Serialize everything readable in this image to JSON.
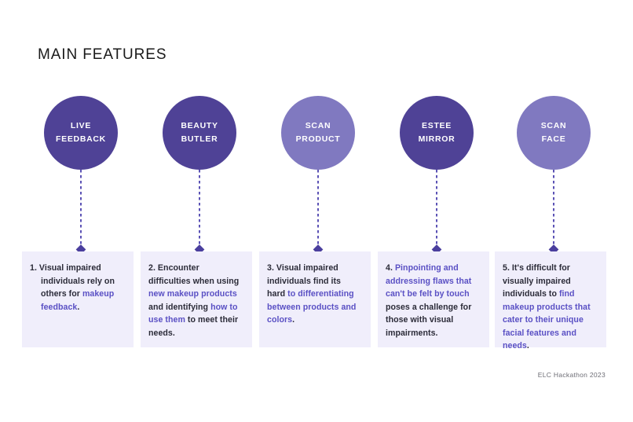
{
  "header": {
    "title": "MAIN FEATURES"
  },
  "theme": {
    "background": "#ffffff",
    "circle_dark": "#4f4296",
    "circle_light": "#8079c0",
    "card_background": "#f0eefb",
    "text_dark": "#2b2b38",
    "text_highlight": "#5a50c4",
    "connector": "#5b52b5",
    "diamond": "#4b3f9e",
    "footer_text": "#6d6d75"
  },
  "features": [
    {
      "id": "live-feedback",
      "circle_color": "#4f4296",
      "label_lines": [
        "LIVE",
        "FEEDBACK"
      ],
      "card": {
        "number": "1.",
        "hanging_indent": true,
        "segments": [
          {
            "text": "1. Visual impaired individuals rely on others for ",
            "highlight": false
          },
          {
            "text": "makeup feedback",
            "highlight": true
          },
          {
            "text": ".",
            "highlight": false
          }
        ]
      }
    },
    {
      "id": "beauty-butler",
      "circle_color": "#4f4296",
      "label_lines": [
        "BEAUTY",
        "BUTLER"
      ],
      "card": {
        "number": "2.",
        "hanging_indent": false,
        "segments": [
          {
            "text": "2. Encounter difficulties when using ",
            "highlight": false
          },
          {
            "text": "new makeup products",
            "highlight": true
          },
          {
            "text": " and identifying ",
            "highlight": false
          },
          {
            "text": "how to use them",
            "highlight": true
          },
          {
            "text": " to meet their needs.",
            "highlight": false
          }
        ]
      }
    },
    {
      "id": "scan-product",
      "circle_color": "#8079c0",
      "label_lines": [
        "SCAN",
        "PRODUCT"
      ],
      "card": {
        "number": "3.",
        "hanging_indent": false,
        "segments": [
          {
            "text": "3. Visual impaired individuals find its hard ",
            "highlight": false
          },
          {
            "text": "to differentiating between products and colors",
            "highlight": true
          },
          {
            "text": ".",
            "highlight": false
          }
        ]
      }
    },
    {
      "id": "estee-mirror",
      "circle_color": "#4f4296",
      "label_lines": [
        "ESTEE",
        "MIRROR"
      ],
      "card": {
        "number": "4.",
        "hanging_indent": false,
        "segments": [
          {
            "text": "4. ",
            "highlight": false
          },
          {
            "text": "Pinpointing and addressing flaws that can't be felt by touch",
            "highlight": true
          },
          {
            "text": " poses a challenge for those with visual impairments.",
            "highlight": false
          }
        ]
      }
    },
    {
      "id": "scan-face",
      "circle_color": "#8079c0",
      "label_lines": [
        "SCAN",
        "FACE"
      ],
      "card": {
        "number": "5.",
        "hanging_indent": false,
        "segments": [
          {
            "text": "5. It's difficult for visually impaired individuals to ",
            "highlight": false
          },
          {
            "text": "find makeup products that cater to their unique facial features and needs",
            "highlight": true
          },
          {
            "text": ".",
            "highlight": false
          }
        ]
      }
    }
  ],
  "footer": {
    "credit": "ELC Hackathon 2023"
  },
  "layout": {
    "column_left_positions": [
      28,
      179,
      330,
      481,
      630
    ]
  }
}
